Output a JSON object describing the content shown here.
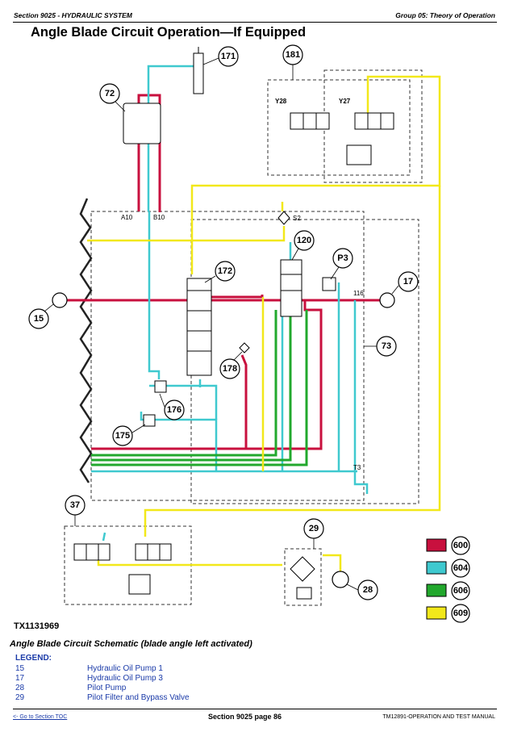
{
  "header": {
    "section": "Section 9025 - HYDRAULIC SYSTEM",
    "group": "Group 05: Theory of Operation"
  },
  "title": "Angle Blade Circuit Operation—If Equipped",
  "colors": {
    "red": "#c8103e",
    "cyan": "#3fc9cf",
    "green": "#22a82d",
    "yellow": "#f2e81a"
  },
  "diagram": {
    "callouts": [
      "171",
      "181",
      "72",
      "Y28",
      "Y27",
      "A10",
      "B10",
      "S2",
      "120",
      "172",
      "116",
      "P3",
      "17",
      "15",
      "73",
      "178",
      "176",
      "175",
      "T3",
      "37",
      "29",
      "28"
    ],
    "color_key": [
      {
        "code": "600",
        "color": "red"
      },
      {
        "code": "604",
        "color": "cyan"
      },
      {
        "code": "606",
        "color": "green"
      },
      {
        "code": "609",
        "color": "yellow"
      }
    ]
  },
  "figure_id": "TX1131969",
  "caption": "Angle Blade Circuit Schematic (blade angle left activated)",
  "legend": {
    "title": "LEGEND:",
    "items": [
      {
        "num": "15",
        "label": "Hydraulic Oil Pump 1"
      },
      {
        "num": "17",
        "label": "Hydraulic Oil Pump 3"
      },
      {
        "num": "28",
        "label": "Pilot Pump"
      },
      {
        "num": "29",
        "label": "Pilot Filter and Bypass Valve"
      }
    ]
  },
  "footer": {
    "left": "<- Go to Section TOC",
    "center": "Section 9025 page 86",
    "right": "TM12891-OPERATION AND TEST MANUAL"
  }
}
